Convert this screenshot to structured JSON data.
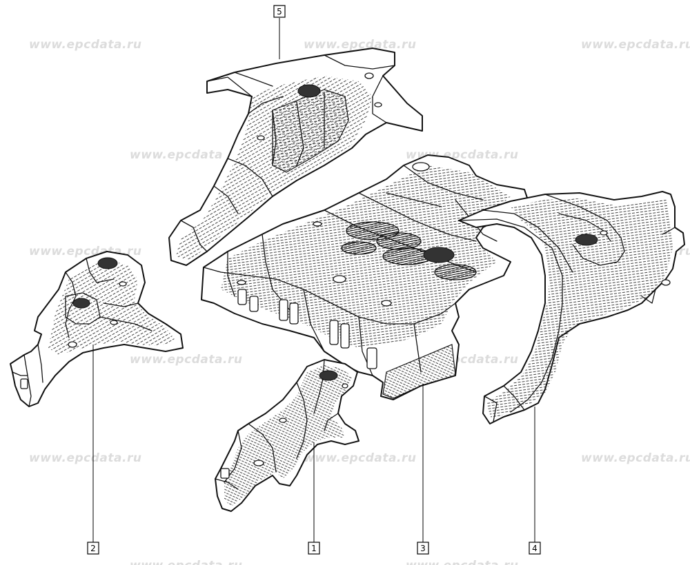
{
  "watermark": {
    "text_full": "www.epcdata.ru",
    "text_partial": "www.epcdata"
  },
  "callouts": [
    {
      "id": "1",
      "label": "1"
    },
    {
      "id": "2",
      "label": "2"
    },
    {
      "id": "3",
      "label": "3"
    },
    {
      "id": "4",
      "label": "4"
    },
    {
      "id": "5",
      "label": "5"
    }
  ],
  "colors": {
    "background": "#ffffff",
    "line": "#111111",
    "watermark": "#dcdcdc"
  }
}
